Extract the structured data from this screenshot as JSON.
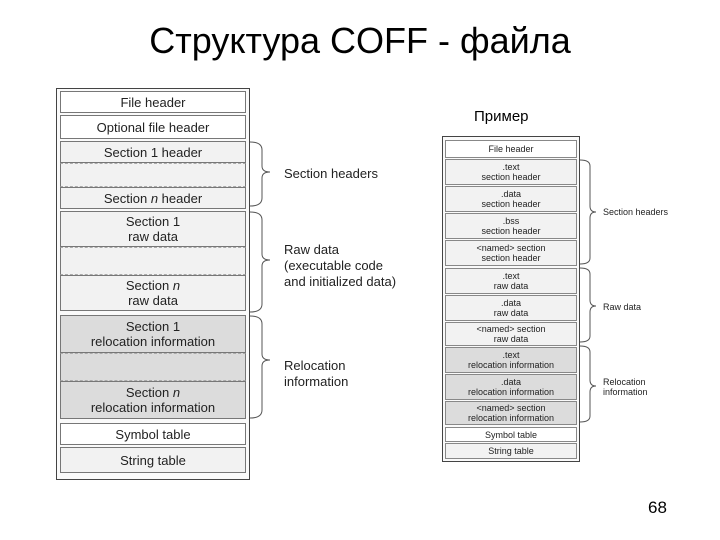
{
  "title": "Структура COFF - файла",
  "example_label": "Пример",
  "page_number": "68",
  "big_table": {
    "file_header": "File header",
    "optional_header": "Optional file header",
    "section1_header": "Section 1 header",
    "sectionn_header_pre": "Section ",
    "sectionn_header_n": "n",
    "sectionn_header_post": " header",
    "section1_raw_1": "Section 1",
    "section1_raw_2": "raw data",
    "sectionn_raw_pre": "Section ",
    "sectionn_raw_n": "n",
    "sectionn_raw_2": "raw data",
    "section1_reloc_1": "Section 1",
    "section1_reloc_2": "relocation information",
    "sectionn_reloc_pre": "Section ",
    "sectionn_reloc_n": "n",
    "sectionn_reloc_2": "relocation information",
    "symbol_table": "Symbol table",
    "string_table": "String table"
  },
  "big_labels": {
    "section_headers": "Section headers",
    "raw_data_1": "Raw data",
    "raw_data_2": "(executable code",
    "raw_data_3": "and initialized data)",
    "reloc_1": "Relocation",
    "reloc_2": "information"
  },
  "small_table": {
    "file_header": "File header",
    "text_hdr_1": ".text",
    "text_hdr_2": "section header",
    "data_hdr_1": ".data",
    "data_hdr_2": "section header",
    "bss_hdr_1": ".bss",
    "bss_hdr_2": "section header",
    "named_hdr_1": "<named> section",
    "named_hdr_2": "section header",
    "text_raw_1": ".text",
    "text_raw_2": "raw data",
    "data_raw_1": ".data",
    "data_raw_2": "raw data",
    "named_raw_1": "<named> section",
    "named_raw_2": "raw data",
    "text_rel_1": ".text",
    "text_rel_2": "relocation information",
    "data_rel_1": ".data",
    "data_rel_2": "relocation information",
    "named_rel_1": "<named> section",
    "named_rel_2": "relocation information",
    "symbol_table": "Symbol table",
    "string_table": "String table"
  },
  "small_labels": {
    "section_headers": "Section headers",
    "raw_data": "Raw data",
    "reloc_1": "Relocation",
    "reloc_2": "information"
  }
}
